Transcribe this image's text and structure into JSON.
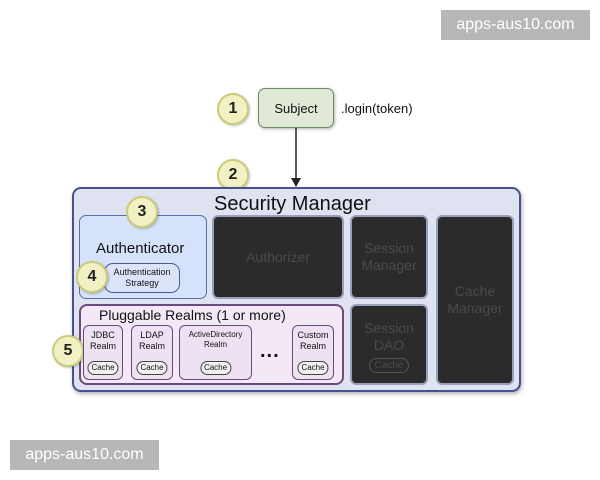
{
  "watermarks": {
    "top": "apps-aus10.com",
    "bottom": "apps-aus10.com"
  },
  "steps": {
    "s1": "1",
    "s2": "2",
    "s3": "3",
    "s4": "4",
    "s5": "5"
  },
  "subject": {
    "label": "Subject",
    "call": ".login(token)"
  },
  "security_manager": {
    "title": "Security Manager"
  },
  "authenticator": {
    "title": "Authenticator",
    "strategy_line1": "Authentication",
    "strategy_line2": "Strategy"
  },
  "authorizer": {
    "label": "Authorizer"
  },
  "session_manager": {
    "line1": "Session",
    "line2": "Manager"
  },
  "cache_manager": {
    "line1": "Cache",
    "line2": "Manager"
  },
  "session_dao": {
    "line1": "Session",
    "line2": "DAO",
    "cache": "Cache"
  },
  "realms": {
    "title": "Pluggable Realms (1 or more)",
    "ellipsis": "...",
    "items": [
      {
        "line1": "JDBC",
        "line2": "Realm",
        "cache": "Cache"
      },
      {
        "line1": "LDAP",
        "line2": "Realm",
        "cache": "Cache"
      },
      {
        "line1": "ActiveDirectory",
        "line2": "Realm",
        "cache": "Cache"
      },
      {
        "line1": "Custom",
        "line2": "Realm",
        "cache": "Cache"
      }
    ]
  }
}
